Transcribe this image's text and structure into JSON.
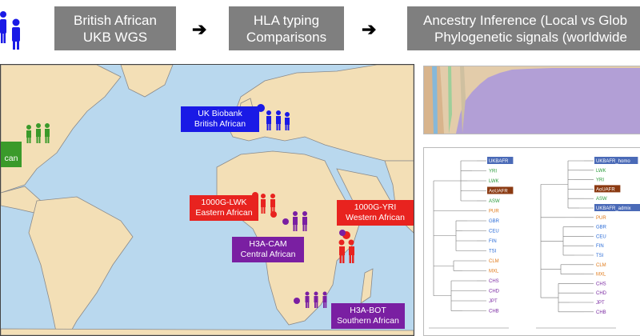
{
  "pipeline": {
    "step1": [
      "British African",
      "UKB WGS"
    ],
    "step2": [
      "HLA typing",
      "Comparisons"
    ],
    "step3": [
      "Ancestry Inference (Local vs Glob",
      "Phylogenetic signals (worldwide"
    ]
  },
  "map_labels": {
    "ukb": [
      "UK Biobank",
      "British African"
    ],
    "lwk": [
      "1000G-LWK",
      "Eastern African"
    ],
    "yri": [
      "1000G-YRI",
      "Western African"
    ],
    "cam": [
      "H3A-CAM",
      "Central African"
    ],
    "bot": [
      "H3A-BOT",
      "Southern African"
    ],
    "americas": [
      "can"
    ]
  },
  "colors": {
    "ukb": "#1a1ae6",
    "red": "#e8231f",
    "purple": "#7a1fa2",
    "green": "#3a9a2a",
    "gray_box": "#7f7f7f",
    "ocean": "#b9d8ee",
    "land": "#f3dfb6"
  },
  "tree_left": {
    "highlighted": [
      "UKBAFR",
      "AoUAFR"
    ],
    "labels": [
      "UKBAFR",
      "YRI",
      "LWK",
      "AoUAFR",
      "ASW",
      "PUR",
      "GBR",
      "CEU",
      "FIN",
      "TSI",
      "CLM",
      "MXL",
      "CHS",
      "CHD",
      "JPT",
      "CHB"
    ]
  },
  "tree_right": {
    "highlighted": [
      "UKBAFR_homo",
      "AoUAFR",
      "UKBAFR_admix"
    ],
    "labels": [
      "UKBAFR_homo",
      "LWK",
      "YRI",
      "AoUAFR",
      "ASW",
      "UKBAFR_admix",
      "PUR",
      "GBR",
      "CEU",
      "FIN",
      "TSI",
      "CLM",
      "MXL",
      "CHS",
      "CHD",
      "JPT",
      "CHB"
    ]
  }
}
